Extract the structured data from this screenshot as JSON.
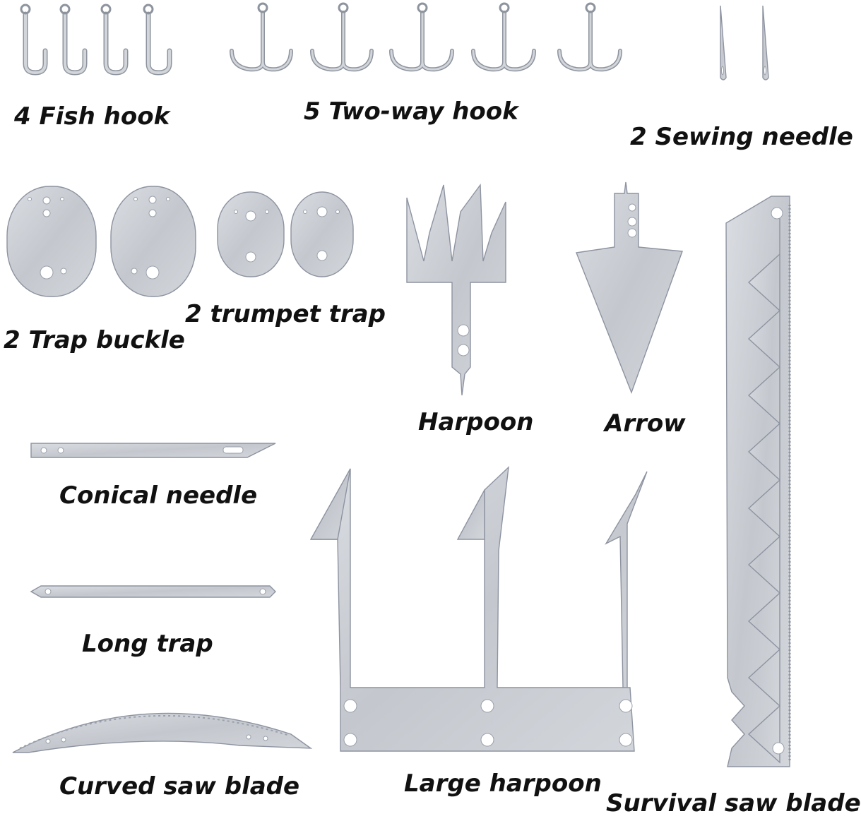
{
  "labels": {
    "fish_hook": "4 Fish hook",
    "two_way_hook": "5 Two-way hook",
    "sewing_needle": "2 Sewing needle",
    "trap_buckle": "2 Trap buckle",
    "trumpet_trap": "2 trumpet trap",
    "harpoon": "Harpoon",
    "arrow": "Arrow",
    "conical_needle": "Conical needle",
    "long_trap": "Long trap",
    "curved_saw_blade": "Curved saw blade",
    "large_harpoon": "Large harpoon",
    "survival_saw_blade": "Survival saw blade"
  },
  "colors": {
    "steel_light": "#d6d9de",
    "steel_mid": "#bfc3ca",
    "steel_edge": "#8d93a0",
    "text": "#111111",
    "background": "#ffffff"
  }
}
